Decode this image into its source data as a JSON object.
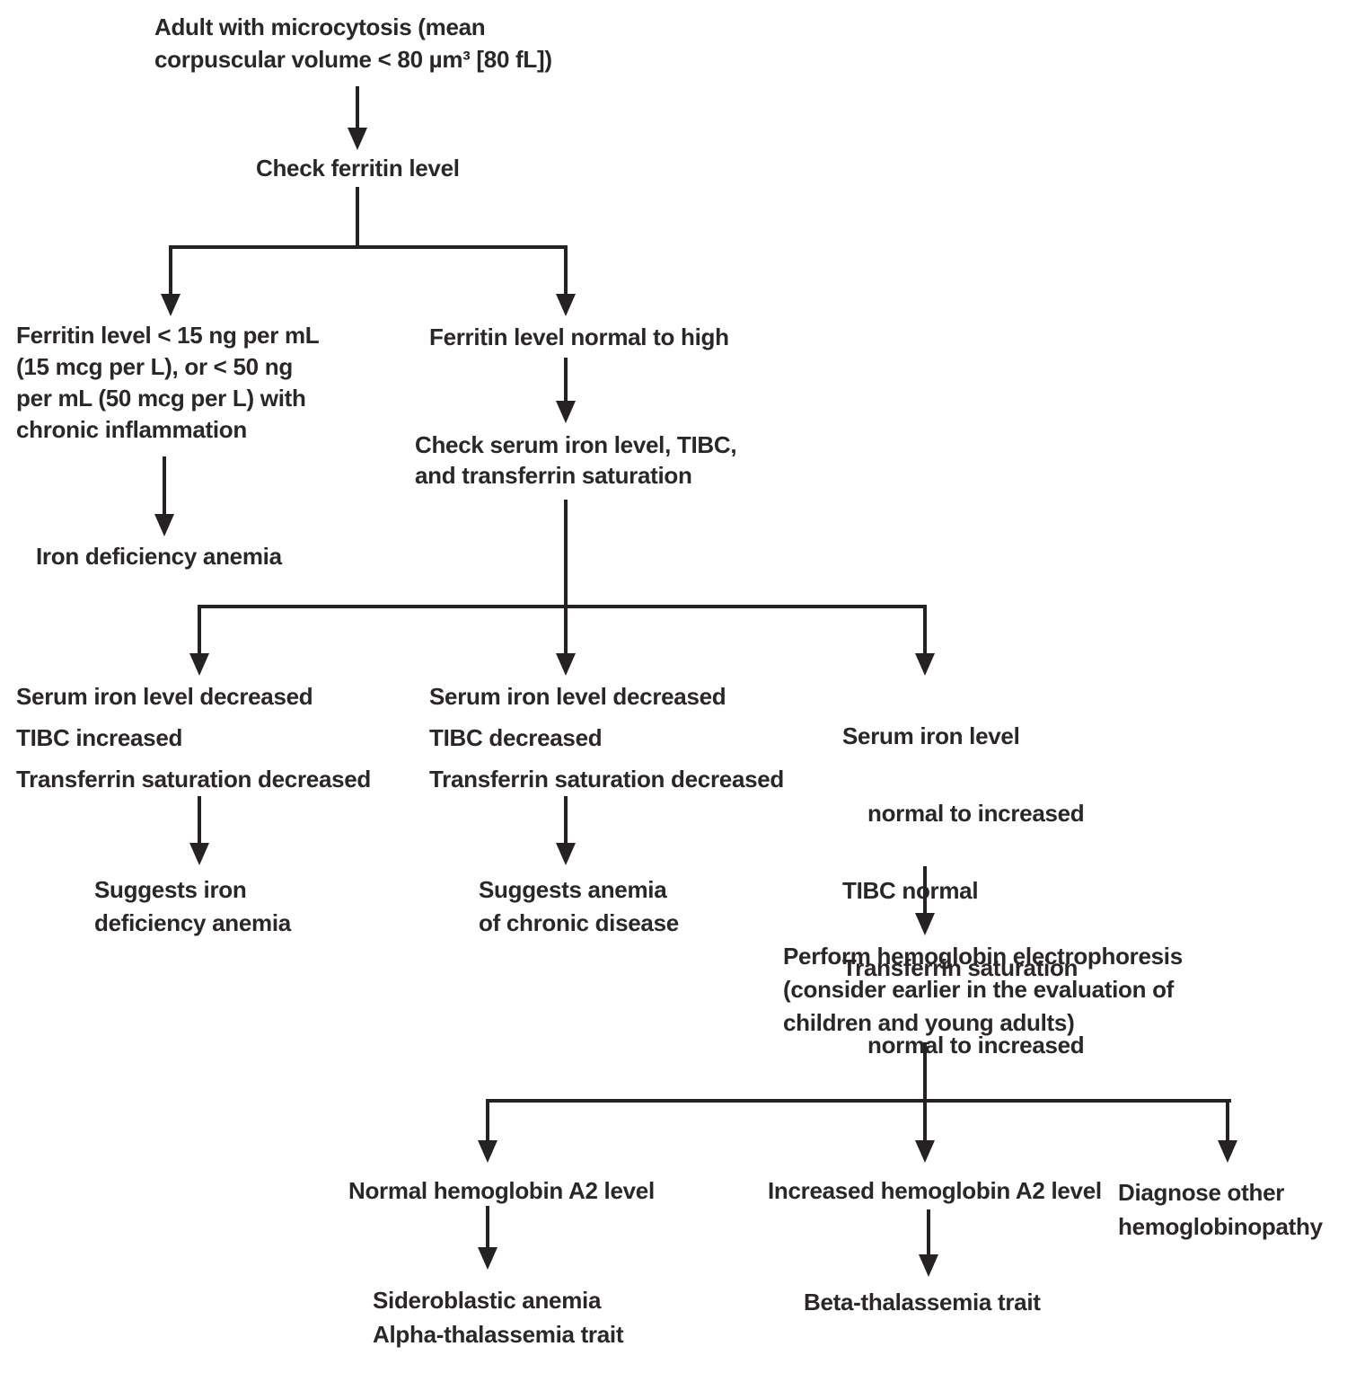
{
  "diagram": {
    "type": "flowchart",
    "topic": "Evaluation of microcytosis",
    "nodes": {
      "start": {
        "text": "Adult with microcytosis (mean\ncorpuscular volume < 80 µm³ [80 fL])"
      },
      "check_ferritin": {
        "text": "Check ferritin level"
      },
      "ferritin_low": {
        "text": "Ferritin level < 15 ng per mL\n(15 mcg per L), or < 50 ng\nper mL (50 mcg per L) with\nchronic inflammation"
      },
      "ferritin_normal": {
        "text": "Ferritin level normal to high"
      },
      "iron_deficiency_anemia": {
        "text": "Iron deficiency anemia"
      },
      "check_serum_iron": {
        "text": "Check serum iron level, TIBC,\nand transferrin saturation"
      },
      "pattern_ida": {
        "text": "Serum iron level decreased\nTIBC increased\nTransferrin saturation decreased"
      },
      "pattern_acd": {
        "text": "Serum iron level decreased\nTIBC decreased\nTransferrin saturation decreased"
      },
      "pattern_thal": {
        "line1": "Serum iron level",
        "line2": "normal to increased",
        "line3": "TIBC normal",
        "line4": "Transferrin saturation",
        "line5": "normal to increased"
      },
      "suggests_ida": {
        "text": "Suggests iron\ndeficiency anemia"
      },
      "suggests_acd": {
        "text": "Suggests anemia\nof chronic disease"
      },
      "perform_electrophoresis": {
        "text": "Perform hemoglobin electrophoresis\n(consider earlier in the evaluation of\nchildren and young adults)"
      },
      "normal_a2": {
        "text": "Normal hemoglobin A2 level"
      },
      "increased_a2": {
        "text": "Increased hemoglobin A2 level"
      },
      "diagnose_other": {
        "text": "Diagnose other\nhemoglobinopathy"
      },
      "sideroblastic_alpha": {
        "text": "Sideroblastic anemia\nAlpha-thalassemia trait"
      },
      "beta_thal": {
        "text": "Beta-thalassemia trait"
      }
    },
    "edges": [
      [
        "start",
        "check_ferritin"
      ],
      [
        "check_ferritin",
        "ferritin_low"
      ],
      [
        "check_ferritin",
        "ferritin_normal"
      ],
      [
        "ferritin_low",
        "iron_deficiency_anemia"
      ],
      [
        "ferritin_normal",
        "check_serum_iron"
      ],
      [
        "check_serum_iron",
        "pattern_ida"
      ],
      [
        "check_serum_iron",
        "pattern_acd"
      ],
      [
        "check_serum_iron",
        "pattern_thal"
      ],
      [
        "pattern_ida",
        "suggests_ida"
      ],
      [
        "pattern_acd",
        "suggests_acd"
      ],
      [
        "pattern_thal",
        "perform_electrophoresis"
      ],
      [
        "perform_electrophoresis",
        "normal_a2"
      ],
      [
        "perform_electrophoresis",
        "increased_a2"
      ],
      [
        "perform_electrophoresis",
        "diagnose_other"
      ],
      [
        "normal_a2",
        "sideroblastic_alpha"
      ],
      [
        "increased_a2",
        "beta_thal"
      ]
    ],
    "colors": {
      "text": "#2b2727",
      "line": "#262223",
      "background": "#ffffff"
    }
  }
}
